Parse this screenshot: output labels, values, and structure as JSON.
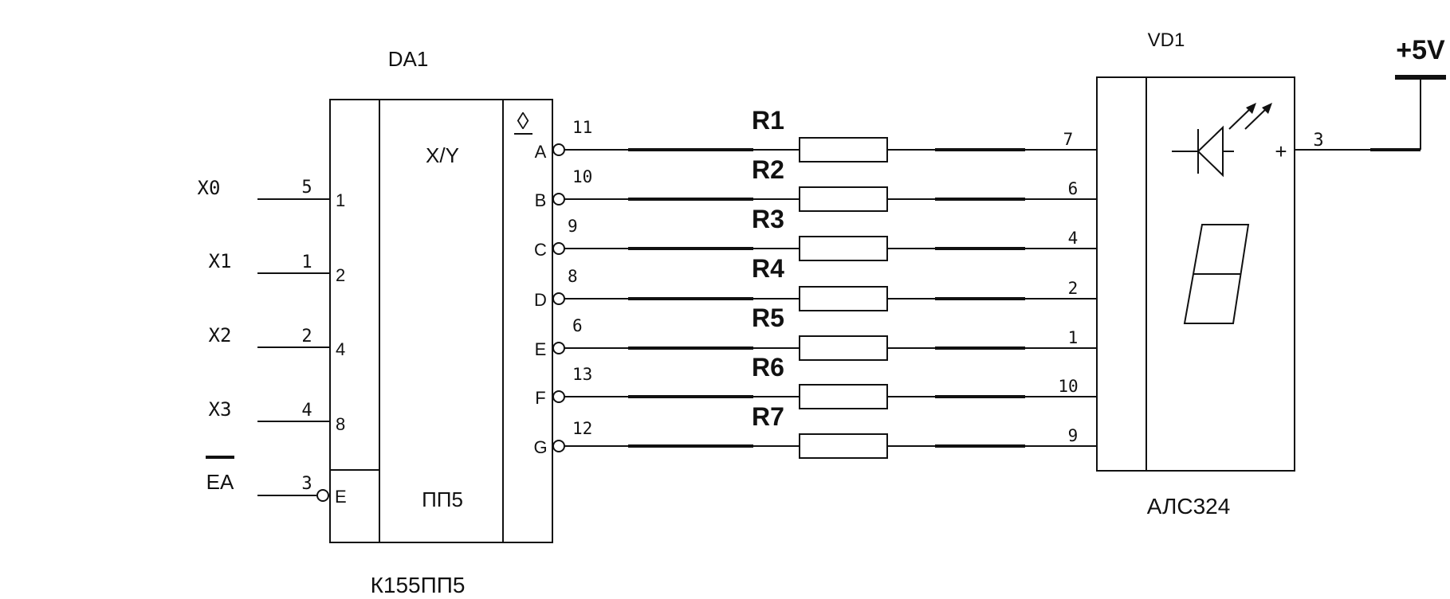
{
  "dd1": {
    "ref": "DA1",
    "function": "X/Y",
    "code": "ПП5",
    "part": "К155ПП5",
    "inputs": [
      {
        "name": "X0",
        "pin": "5",
        "weight": "1"
      },
      {
        "name": "X1",
        "pin": "1",
        "weight": "2"
      },
      {
        "name": "X2",
        "pin": "2",
        "weight": "4"
      },
      {
        "name": "X3",
        "pin": "4",
        "weight": "8"
      }
    ],
    "enable": {
      "name": "EA",
      "pin": "3",
      "label": "E"
    },
    "open_collector_symbol": "◊",
    "outputs": [
      {
        "seg": "A",
        "pin": "11"
      },
      {
        "seg": "B",
        "pin": "10"
      },
      {
        "seg": "C",
        "pin": "9"
      },
      {
        "seg": "D",
        "pin": "8"
      },
      {
        "seg": "E",
        "pin": "6"
      },
      {
        "seg": "F",
        "pin": "13"
      },
      {
        "seg": "G",
        "pin": "12"
      }
    ]
  },
  "resistors": [
    "R1",
    "R2",
    "R3",
    "R4",
    "R5",
    "R6",
    "R7"
  ],
  "vd1": {
    "ref": "VD1",
    "part": "АЛС324",
    "anode_label": "+",
    "anode_pin": "3",
    "inputs": [
      {
        "seg": "A",
        "pin": "7"
      },
      {
        "seg": "B",
        "pin": "6"
      },
      {
        "seg": "C",
        "pin": "4"
      },
      {
        "seg": "D",
        "pin": "2"
      },
      {
        "seg": "E",
        "pin": "1"
      },
      {
        "seg": "F",
        "pin": "10"
      },
      {
        "seg": "G",
        "pin": "9"
      }
    ]
  },
  "power": {
    "label": "+5V"
  }
}
